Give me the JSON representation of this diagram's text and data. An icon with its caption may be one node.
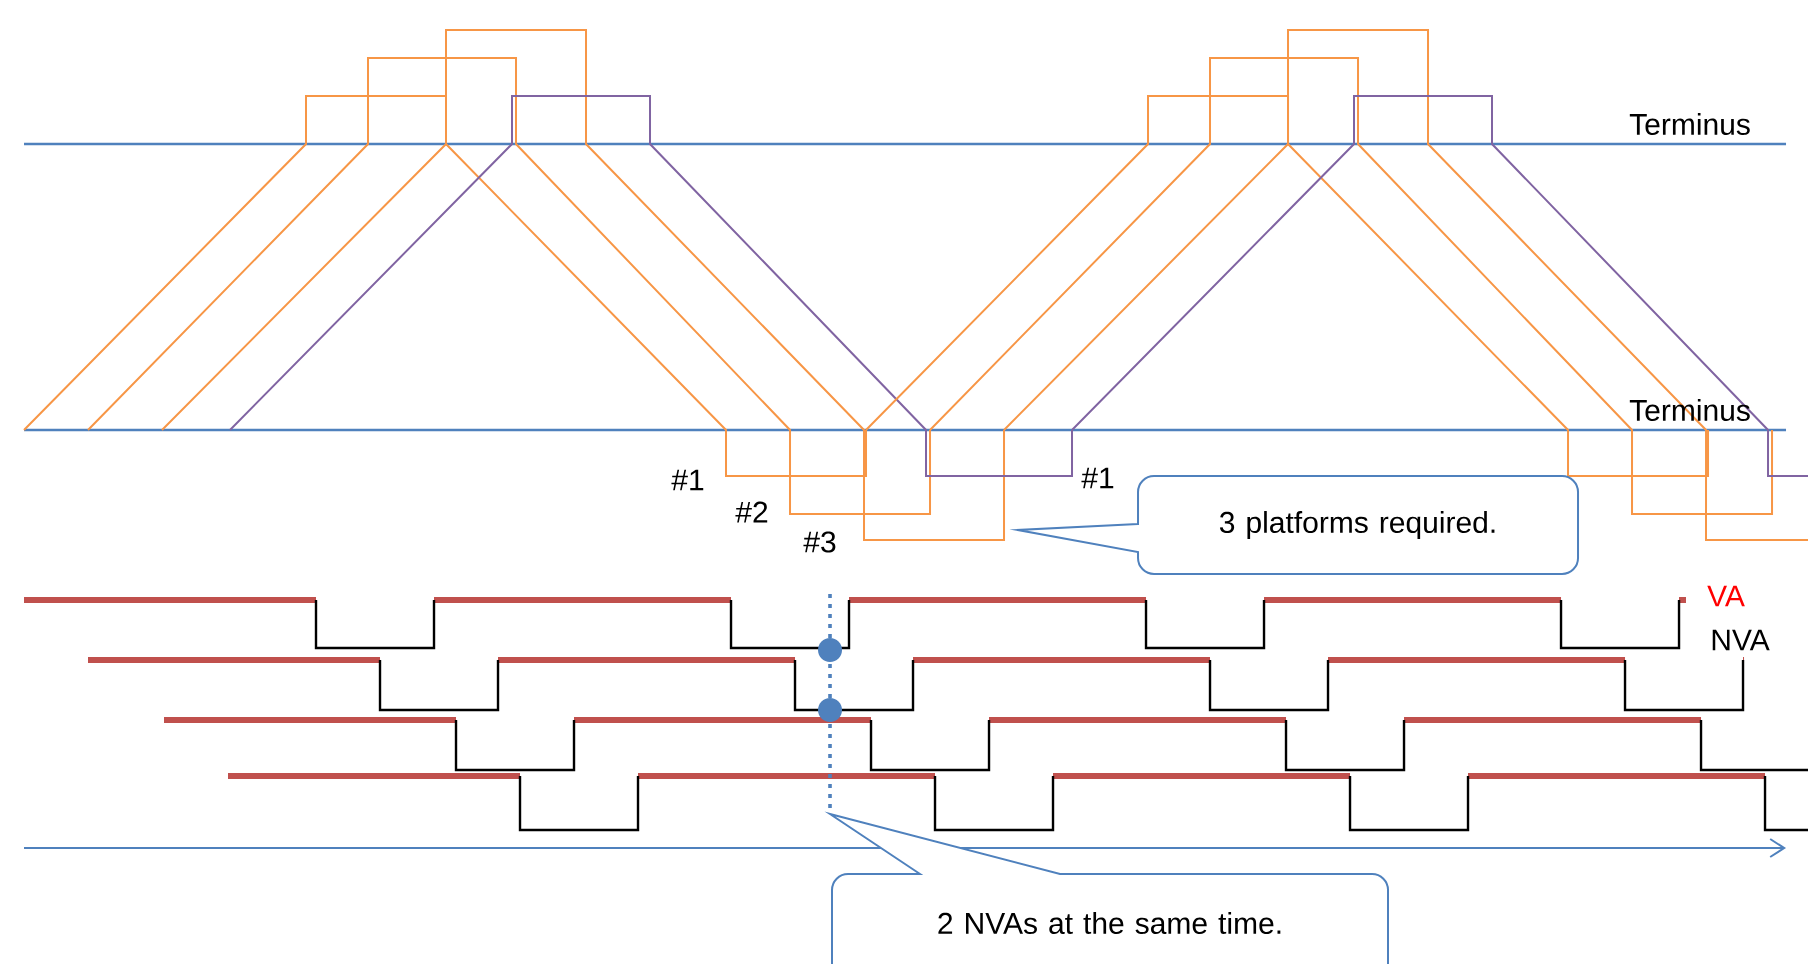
{
  "diagram": {
    "nodes": [
      {
        "text": [
          "3 platforms required."
        ]
      },
      {
        "text": [
          "2 NVAs at the same time."
        ]
      }
    ],
    "labels": [
      "Terminus",
      "Terminus",
      "#1",
      "#2",
      "#3",
      "#1",
      "VA",
      "NVA"
    ]
  }
}
